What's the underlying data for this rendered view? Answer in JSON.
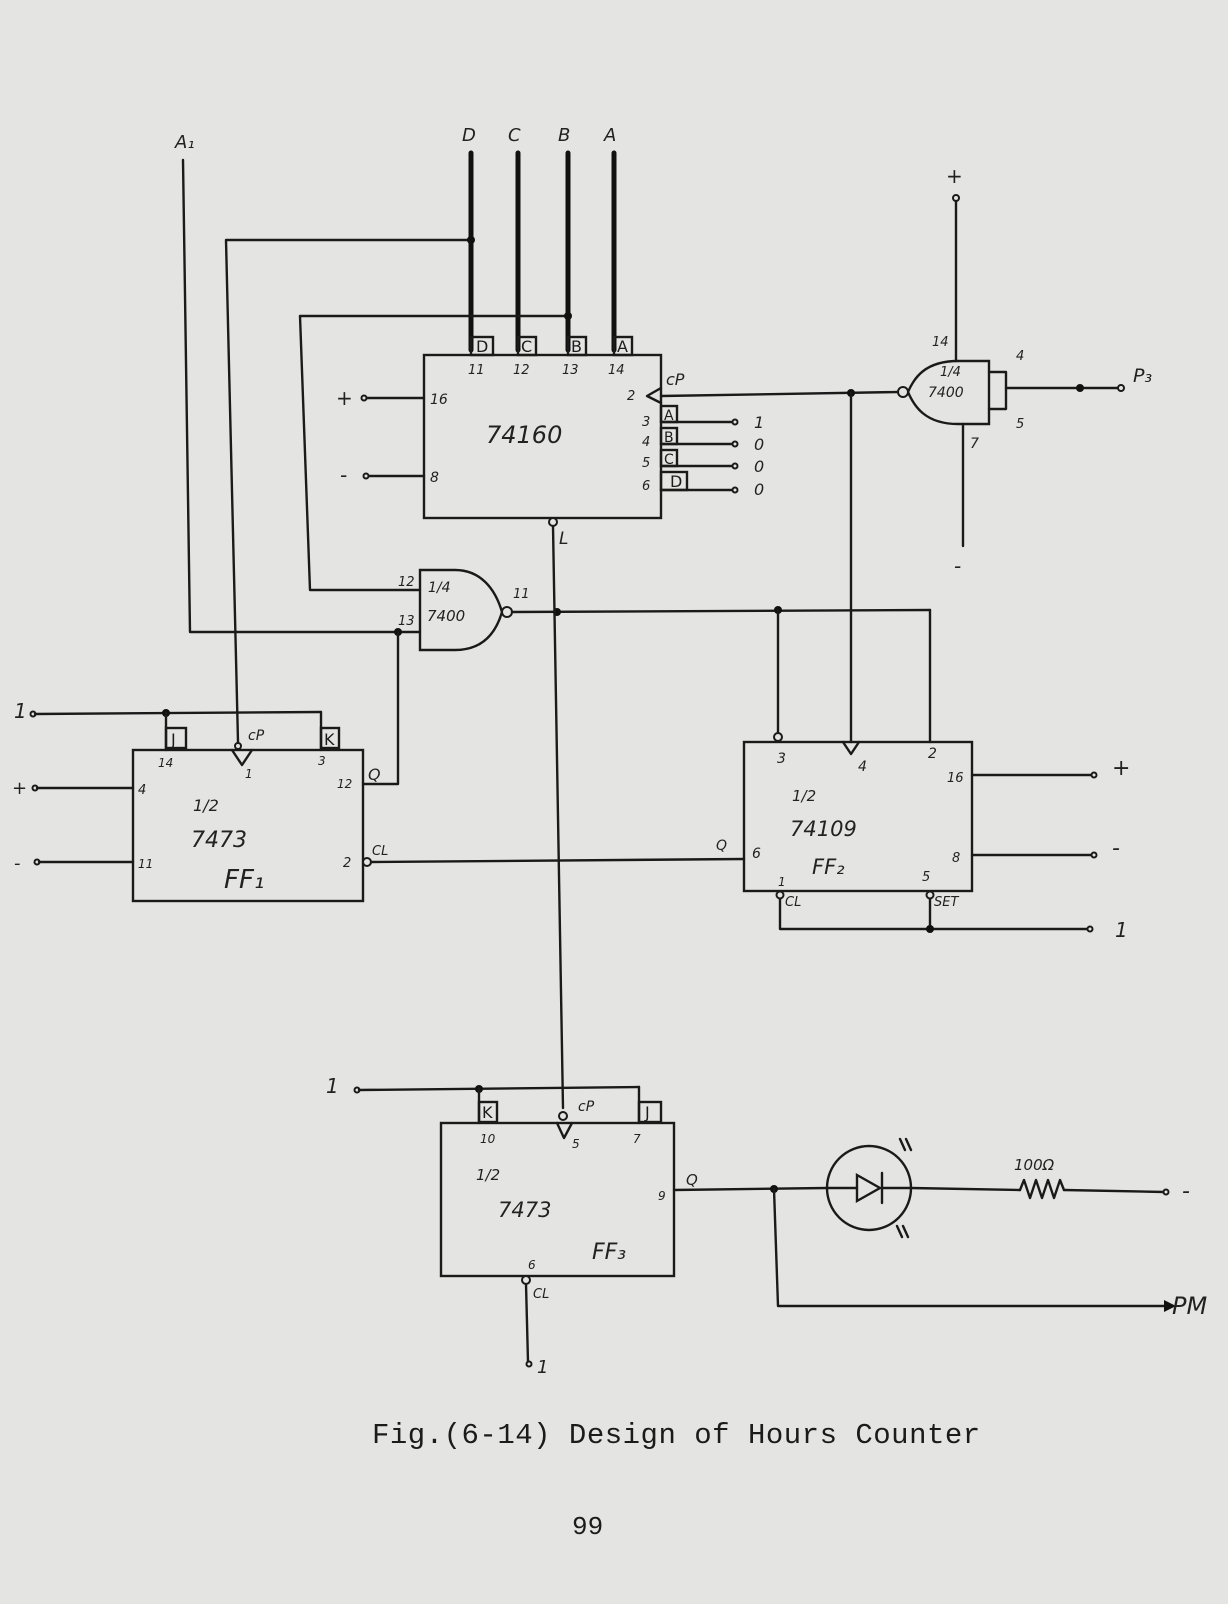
{
  "diagram": {
    "inputs": {
      "A1": "A₁",
      "D": "D",
      "C": "C",
      "B": "B",
      "A": "A",
      "plus": "+",
      "minus": "-",
      "one": "1"
    },
    "output_p3": "P₃",
    "output_pm": "PM",
    "chip_74160": {
      "name": "74160",
      "pin_labels": [
        "D",
        "C",
        "B",
        "A",
        "cP",
        "A",
        "B",
        "C",
        "D"
      ],
      "pins": [
        "11",
        "12",
        "13",
        "14",
        "2",
        "3",
        "4",
        "5",
        "6",
        "16",
        "8"
      ],
      "load": "L",
      "preset_values": [
        "1",
        "0",
        "0",
        "0"
      ]
    },
    "nand_top": {
      "fraction": "1/4",
      "name": "7400",
      "pins": [
        "14",
        "4",
        "5",
        "7"
      ]
    },
    "nand_mid": {
      "fraction": "1/4",
      "name": "7400",
      "pins": [
        "12",
        "13",
        "11"
      ]
    },
    "ff1": {
      "fraction": "1/2",
      "name": "7473",
      "label": "FF₁",
      "pins": [
        "14",
        "1",
        "3",
        "4",
        "11",
        "12",
        "2"
      ],
      "pin_labels": [
        "J",
        "cP",
        "K",
        "Q",
        "CL"
      ]
    },
    "ff2": {
      "fraction": "1/2",
      "name": "74109",
      "label": "FF₂",
      "pins": [
        "3",
        "4",
        "2",
        "16",
        "6",
        "1",
        "8",
        "5"
      ],
      "pin_labels": [
        "Q",
        "CL",
        "SET"
      ]
    },
    "ff3": {
      "fraction": "1/2",
      "name": "7473",
      "label": "FF₃",
      "pins": [
        "10",
        "5",
        "7",
        "9",
        "6"
      ],
      "pin_labels": [
        "K",
        "cP",
        "J",
        "Q",
        "CL"
      ]
    },
    "resistor": "100Ω"
  },
  "caption": "Fig.(6-14) Design of Hours Counter",
  "page_number": "99"
}
